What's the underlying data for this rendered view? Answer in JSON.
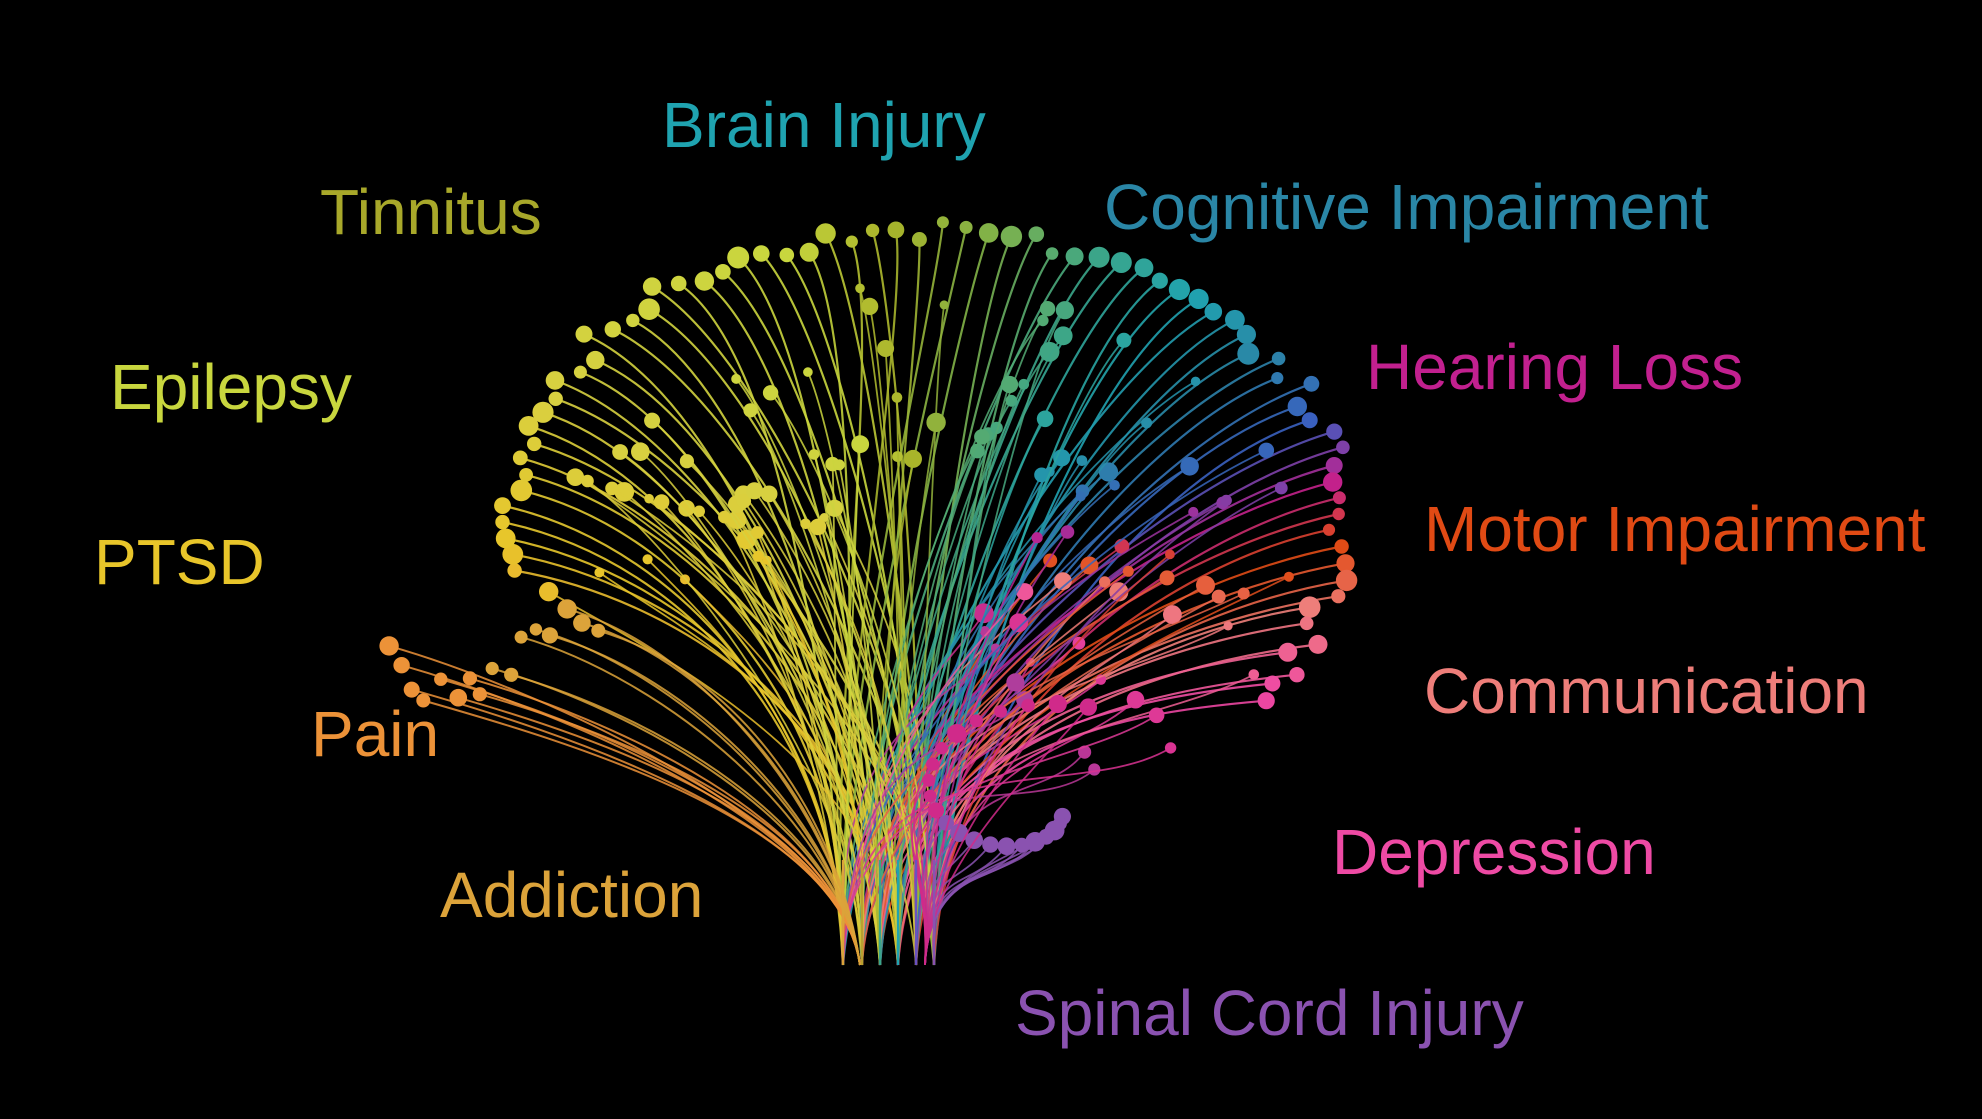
{
  "categories": [
    {
      "key": "brain_injury",
      "label": "Brain Injury",
      "color": "#1fa3b0"
    },
    {
      "key": "cognitive",
      "label": "Cognitive Impairment",
      "color": "#2a86a6"
    },
    {
      "key": "hearing",
      "label": "Hearing Loss",
      "color": "#c2208f"
    },
    {
      "key": "motor",
      "label": "Motor Impairment",
      "color": "#e04a14"
    },
    {
      "key": "communication",
      "label": "Communication",
      "color": "#ee7e7a"
    },
    {
      "key": "depression",
      "label": "Depression",
      "color": "#ee4aa4"
    },
    {
      "key": "spinal",
      "label": "Spinal Cord Injury",
      "color": "#8a52b0"
    },
    {
      "key": "addiction",
      "label": "Addiction",
      "color": "#dca33a"
    },
    {
      "key": "pain",
      "label": "Pain",
      "color": "#ec9238"
    },
    {
      "key": "ptsd",
      "label": "PTSD",
      "color": "#e8c52a"
    },
    {
      "key": "epilepsy",
      "label": "Epilepsy",
      "color": "#c8d63e"
    },
    {
      "key": "tinnitus",
      "label": "Tinnitus",
      "color": "#a8a82a"
    }
  ],
  "background": "#000000"
}
